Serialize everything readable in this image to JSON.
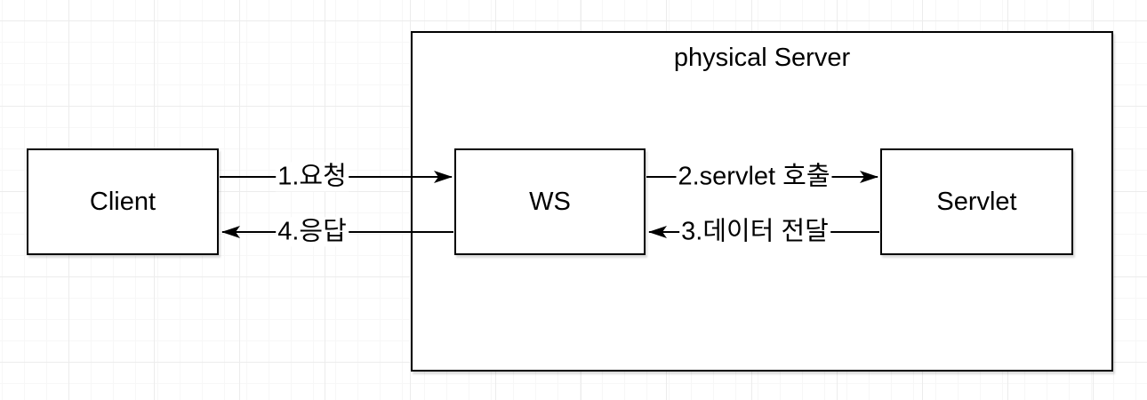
{
  "diagram": {
    "container": {
      "title": "physical Server"
    },
    "nodes": [
      {
        "id": "client",
        "label": "Client"
      },
      {
        "id": "ws",
        "label": "WS"
      },
      {
        "id": "servlet",
        "label": "Servlet"
      }
    ],
    "edges": [
      {
        "id": "request",
        "label": "1.요청",
        "from": "client",
        "to": "ws",
        "direction": "right"
      },
      {
        "id": "servlet-call",
        "label": "2.servlet 호출",
        "from": "ws",
        "to": "servlet",
        "direction": "right"
      },
      {
        "id": "data-return",
        "label": "3.데이터 전달",
        "from": "servlet",
        "to": "ws",
        "direction": "left"
      },
      {
        "id": "response",
        "label": "4.응답",
        "from": "ws",
        "to": "client",
        "direction": "left"
      }
    ],
    "colors": {
      "stroke": "#000000",
      "shape_fill": "#ffffff",
      "grid_minor": "#f7f7f7",
      "grid_major": "#ececec"
    }
  }
}
